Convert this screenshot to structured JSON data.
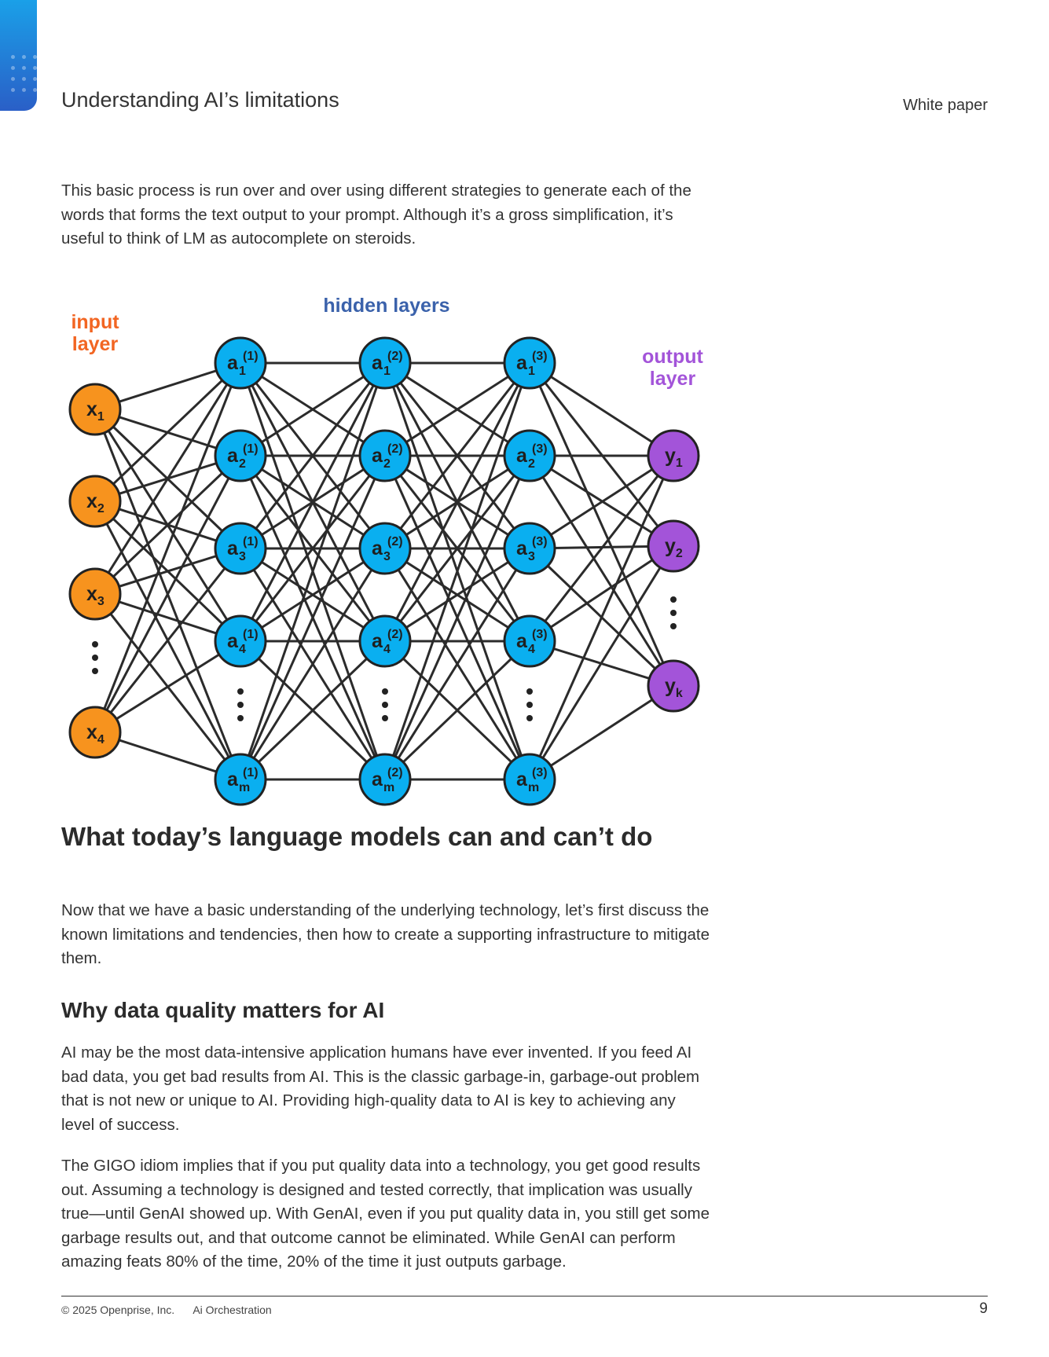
{
  "header": {
    "title": "Understanding AI’s limitations",
    "tag": "White paper"
  },
  "intro_paragraph": "This basic process is run over and over using different strategies to generate each of the words that forms the text output to your prompt. Although it’s a gross simplification, it’s useful to think of LM as autocomplete on steroids.",
  "diagram": {
    "input_label": [
      "input",
      "layer"
    ],
    "hidden_label": "hidden layers",
    "output_label": [
      "output",
      "layer"
    ],
    "input_nodes": [
      {
        "base": "x",
        "sub": "1"
      },
      {
        "base": "x",
        "sub": "2"
      },
      {
        "base": "x",
        "sub": "3"
      },
      {
        "base": "x",
        "sub": "4"
      }
    ],
    "hidden_layers": [
      {
        "sup": "(1)",
        "subs": [
          "1",
          "2",
          "3",
          "4",
          "m"
        ]
      },
      {
        "sup": "(2)",
        "subs": [
          "1",
          "2",
          "3",
          "4",
          "m"
        ]
      },
      {
        "sup": "(3)",
        "subs": [
          "1",
          "2",
          "3",
          "4",
          "m"
        ]
      }
    ],
    "hidden_base": "a",
    "output_nodes": [
      {
        "base": "y",
        "sub": "1"
      },
      {
        "base": "y",
        "sub": "2"
      },
      {
        "base": "y",
        "sub": "k"
      }
    ],
    "colors": {
      "input": "#f7931e",
      "hidden": "#0aaff0",
      "output": "#a354d9",
      "input_label": "#f26522",
      "hidden_label": "#3b62ab",
      "output_label": "#a354d9",
      "edge": "#2b2b2b"
    }
  },
  "section1": {
    "heading": "What today’s language models can and can’t do",
    "paragraph": "Now that we have a basic understanding of the underlying technology, let’s first discuss the known limitations and tendencies, then how to create a supporting infrastructure to mitigate them."
  },
  "section2": {
    "heading": "Why data quality matters for AI",
    "paragraph1": "AI may be the most data-intensive application humans have ever invented. If you feed AI bad data, you get bad results from AI. This is the classic garbage-in, garbage-out problem that is not new or unique to AI. Providing high-quality data to AI is key to achieving any level of success.",
    "paragraph2": "The GIGO idiom implies that if you put quality data into a technology, you get good results out. Assuming a technology is designed and tested correctly, that implication was usually true—until GenAI showed up. With GenAI, even if you put quality data in, you still get some garbage results out, and that outcome cannot be eliminated. While GenAI can perform amazing feats 80% of the time, 20% of the time it just outputs garbage."
  },
  "footer": {
    "copyright": "© 2025 Openprise, Inc.",
    "doc_name": "Ai Orchestration",
    "page_number": "9"
  }
}
